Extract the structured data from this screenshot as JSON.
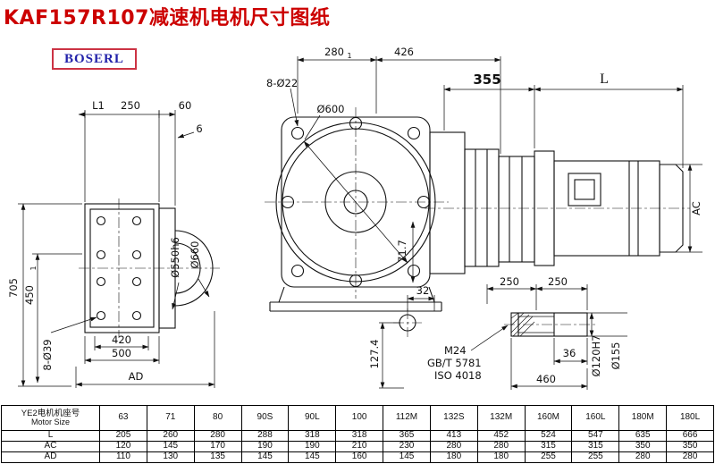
{
  "title": "KAF157R107减速机电机尺寸图纸",
  "logo": "BOSERL",
  "drawing": {
    "front": {
      "dim_280": "280",
      "dim_280_sub": "1",
      "dim_426": "426",
      "bolt_spec": "8-Ø22",
      "dia_600": "Ø600",
      "dim_71_7": "71.7",
      "dim_32": "32",
      "dim_127_4": "127.4"
    },
    "left": {
      "dim_L1": "L1",
      "dim_250": "250",
      "dim_60": "60",
      "dim_6": "6",
      "dim_705": "705",
      "dim_450": "450",
      "dim_450_sub": "1",
      "dia_550": "Ø550h6",
      "dia_660": "Ø660",
      "bolt_spec": "8-Ø39",
      "dim_420": "420",
      "dim_500": "500",
      "dim_AD": "AD"
    },
    "motor": {
      "dim_355": "355",
      "dim_L": "L",
      "dim_AC": "AC"
    },
    "shaft": {
      "dim_250a": "250",
      "dim_250b": "250",
      "thread": "M24",
      "std1": "GB/T 5781",
      "std2": "ISO 4018",
      "dim_36": "36",
      "dim_460": "460",
      "dia_120": "Ø120H7",
      "dia_155": "Ø155"
    }
  },
  "table": {
    "header_cn": "YE2电机机座号",
    "header_en": "Motor Size",
    "columns": [
      "63",
      "71",
      "80",
      "90S",
      "90L",
      "100",
      "112M",
      "132S",
      "132M",
      "160M",
      "160L",
      "180M",
      "180L"
    ],
    "rows": [
      {
        "label": "L",
        "values": [
          "205",
          "260",
          "280",
          "288",
          "318",
          "318",
          "365",
          "413",
          "452",
          "524",
          "547",
          "635",
          "666"
        ]
      },
      {
        "label": "AC",
        "values": [
          "120",
          "145",
          "170",
          "190",
          "190",
          "210",
          "230",
          "280",
          "280",
          "315",
          "315",
          "350",
          "350"
        ]
      },
      {
        "label": "AD",
        "values": [
          "110",
          "130",
          "135",
          "145",
          "145",
          "160",
          "145",
          "180",
          "180",
          "255",
          "255",
          "280",
          "280"
        ]
      }
    ]
  }
}
